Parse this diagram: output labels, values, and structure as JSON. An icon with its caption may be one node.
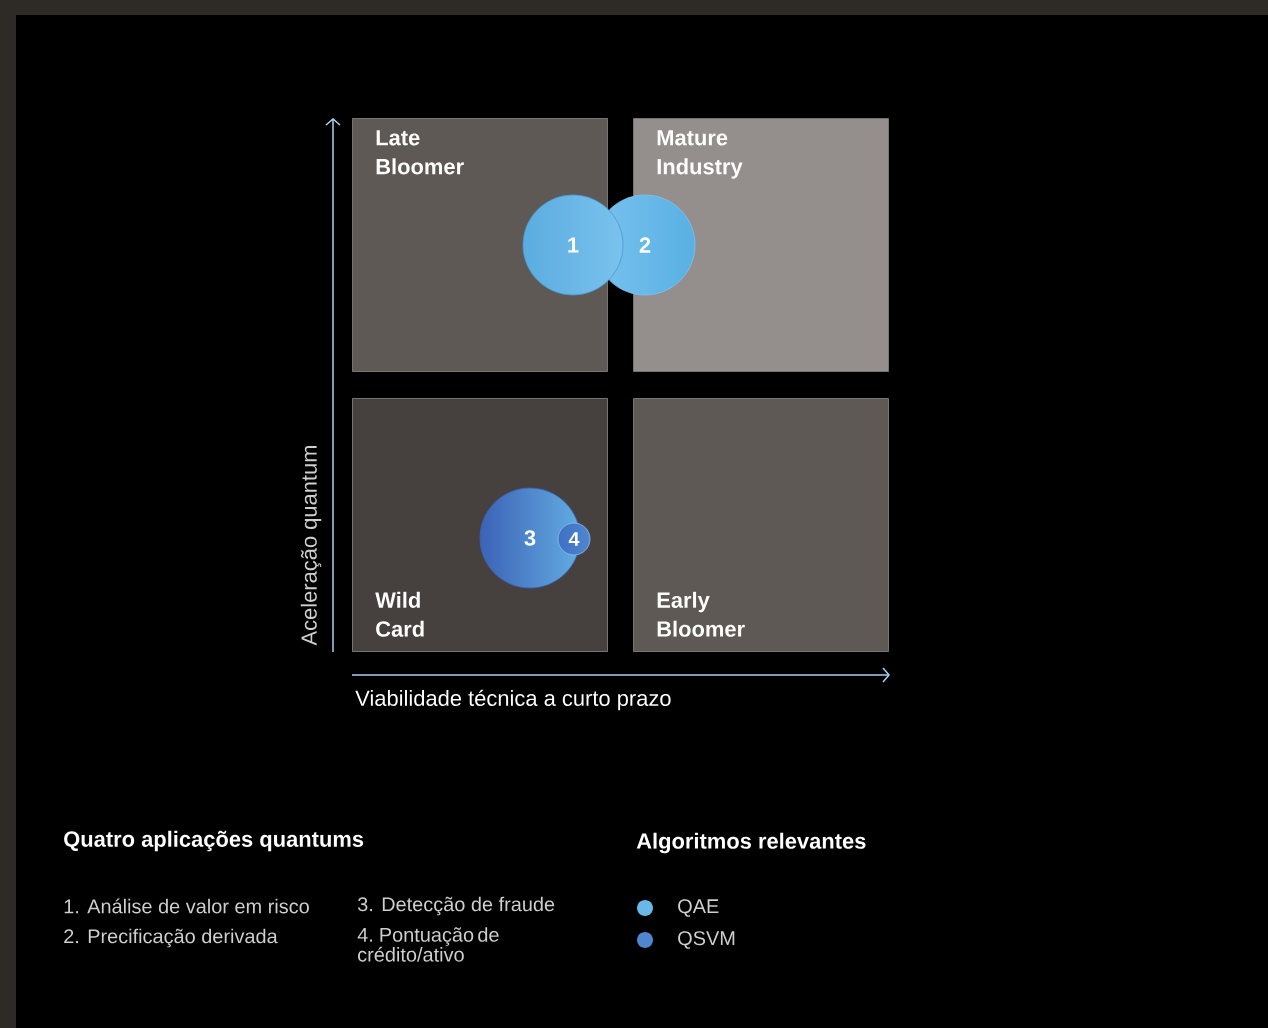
{
  "diagram": {
    "nodes": [
      {
        "text": [
          "Late Bloomer"
        ]
      },
      {
        "text": [
          "Mature Industry"
        ]
      },
      {
        "text": [
          "Wild Card"
        ]
      },
      {
        "text": [
          "Early Bloomer"
        ]
      },
      {
        "text": [
          "1"
        ]
      },
      {
        "text": [
          "2"
        ]
      },
      {
        "text": [
          "3"
        ],
        "in": 2
      },
      {
        "text": [
          "4"
        ],
        "in": 2
      }
    ],
    "edges": [],
    "labels": [
      "Aceleração quantum",
      "Viabilidade técnica a curto prazo",
      "Quatro aplicações quantums",
      "1. Análise de valor em risco",
      "2. Precificação derivada",
      "3. Detecção de fraude",
      "4. Pontuação de crédito/ativo",
      "Algoritmos relevantes"
    ],
    "legend": [
      {
        "text": "QAE",
        "color": "#6ab8e8"
      },
      {
        "text": "QSVM",
        "color": "#4f86d0"
      }
    ]
  }
}
